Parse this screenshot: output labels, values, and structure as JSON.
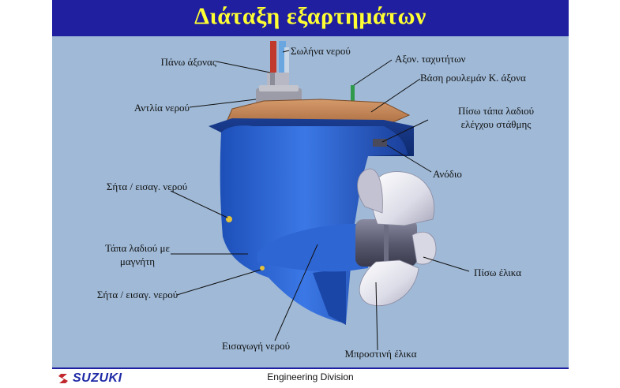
{
  "title": "Διάταξη εξαρτημάτων",
  "labels": {
    "upper_shaft": "Πάνω άξονας",
    "water_tube": "Σωλήνα νερού",
    "speed_shaft": "Αξον. ταχυτήτων",
    "bearing_base": "Βάση ρουλεμάν  Κ. άξονα",
    "water_pump": "Αντλία νερού",
    "rear_oil_plug_line1": "Πίσω τάπα λαδιού",
    "rear_oil_plug_line2": "ελέγχου στάθμης",
    "anode": "Ανόδιο",
    "water_intake_screen_1": "Σήτα / εισαγ. νερού",
    "magnetic_oil_plug_line1": "Τάπα λαδιού με",
    "magnetic_oil_plug_line2": "μαγνήτη",
    "water_intake_screen_2": "Σήτα / εισαγ. νερού",
    "rear_propeller": "Πίσω έλικα",
    "water_inlet": "Εισαγωγή νερού",
    "front_propeller": "Μπροστινή έλικα"
  },
  "footer": {
    "brand": "SUZUKI",
    "division": "Engineering Division"
  },
  "colors": {
    "title_bar": "#1f1fa0",
    "title_text": "#ffff33",
    "slide_bg": "#9fb9d6",
    "housing": "#2a5fcf",
    "brand": "#1f2aa6"
  }
}
